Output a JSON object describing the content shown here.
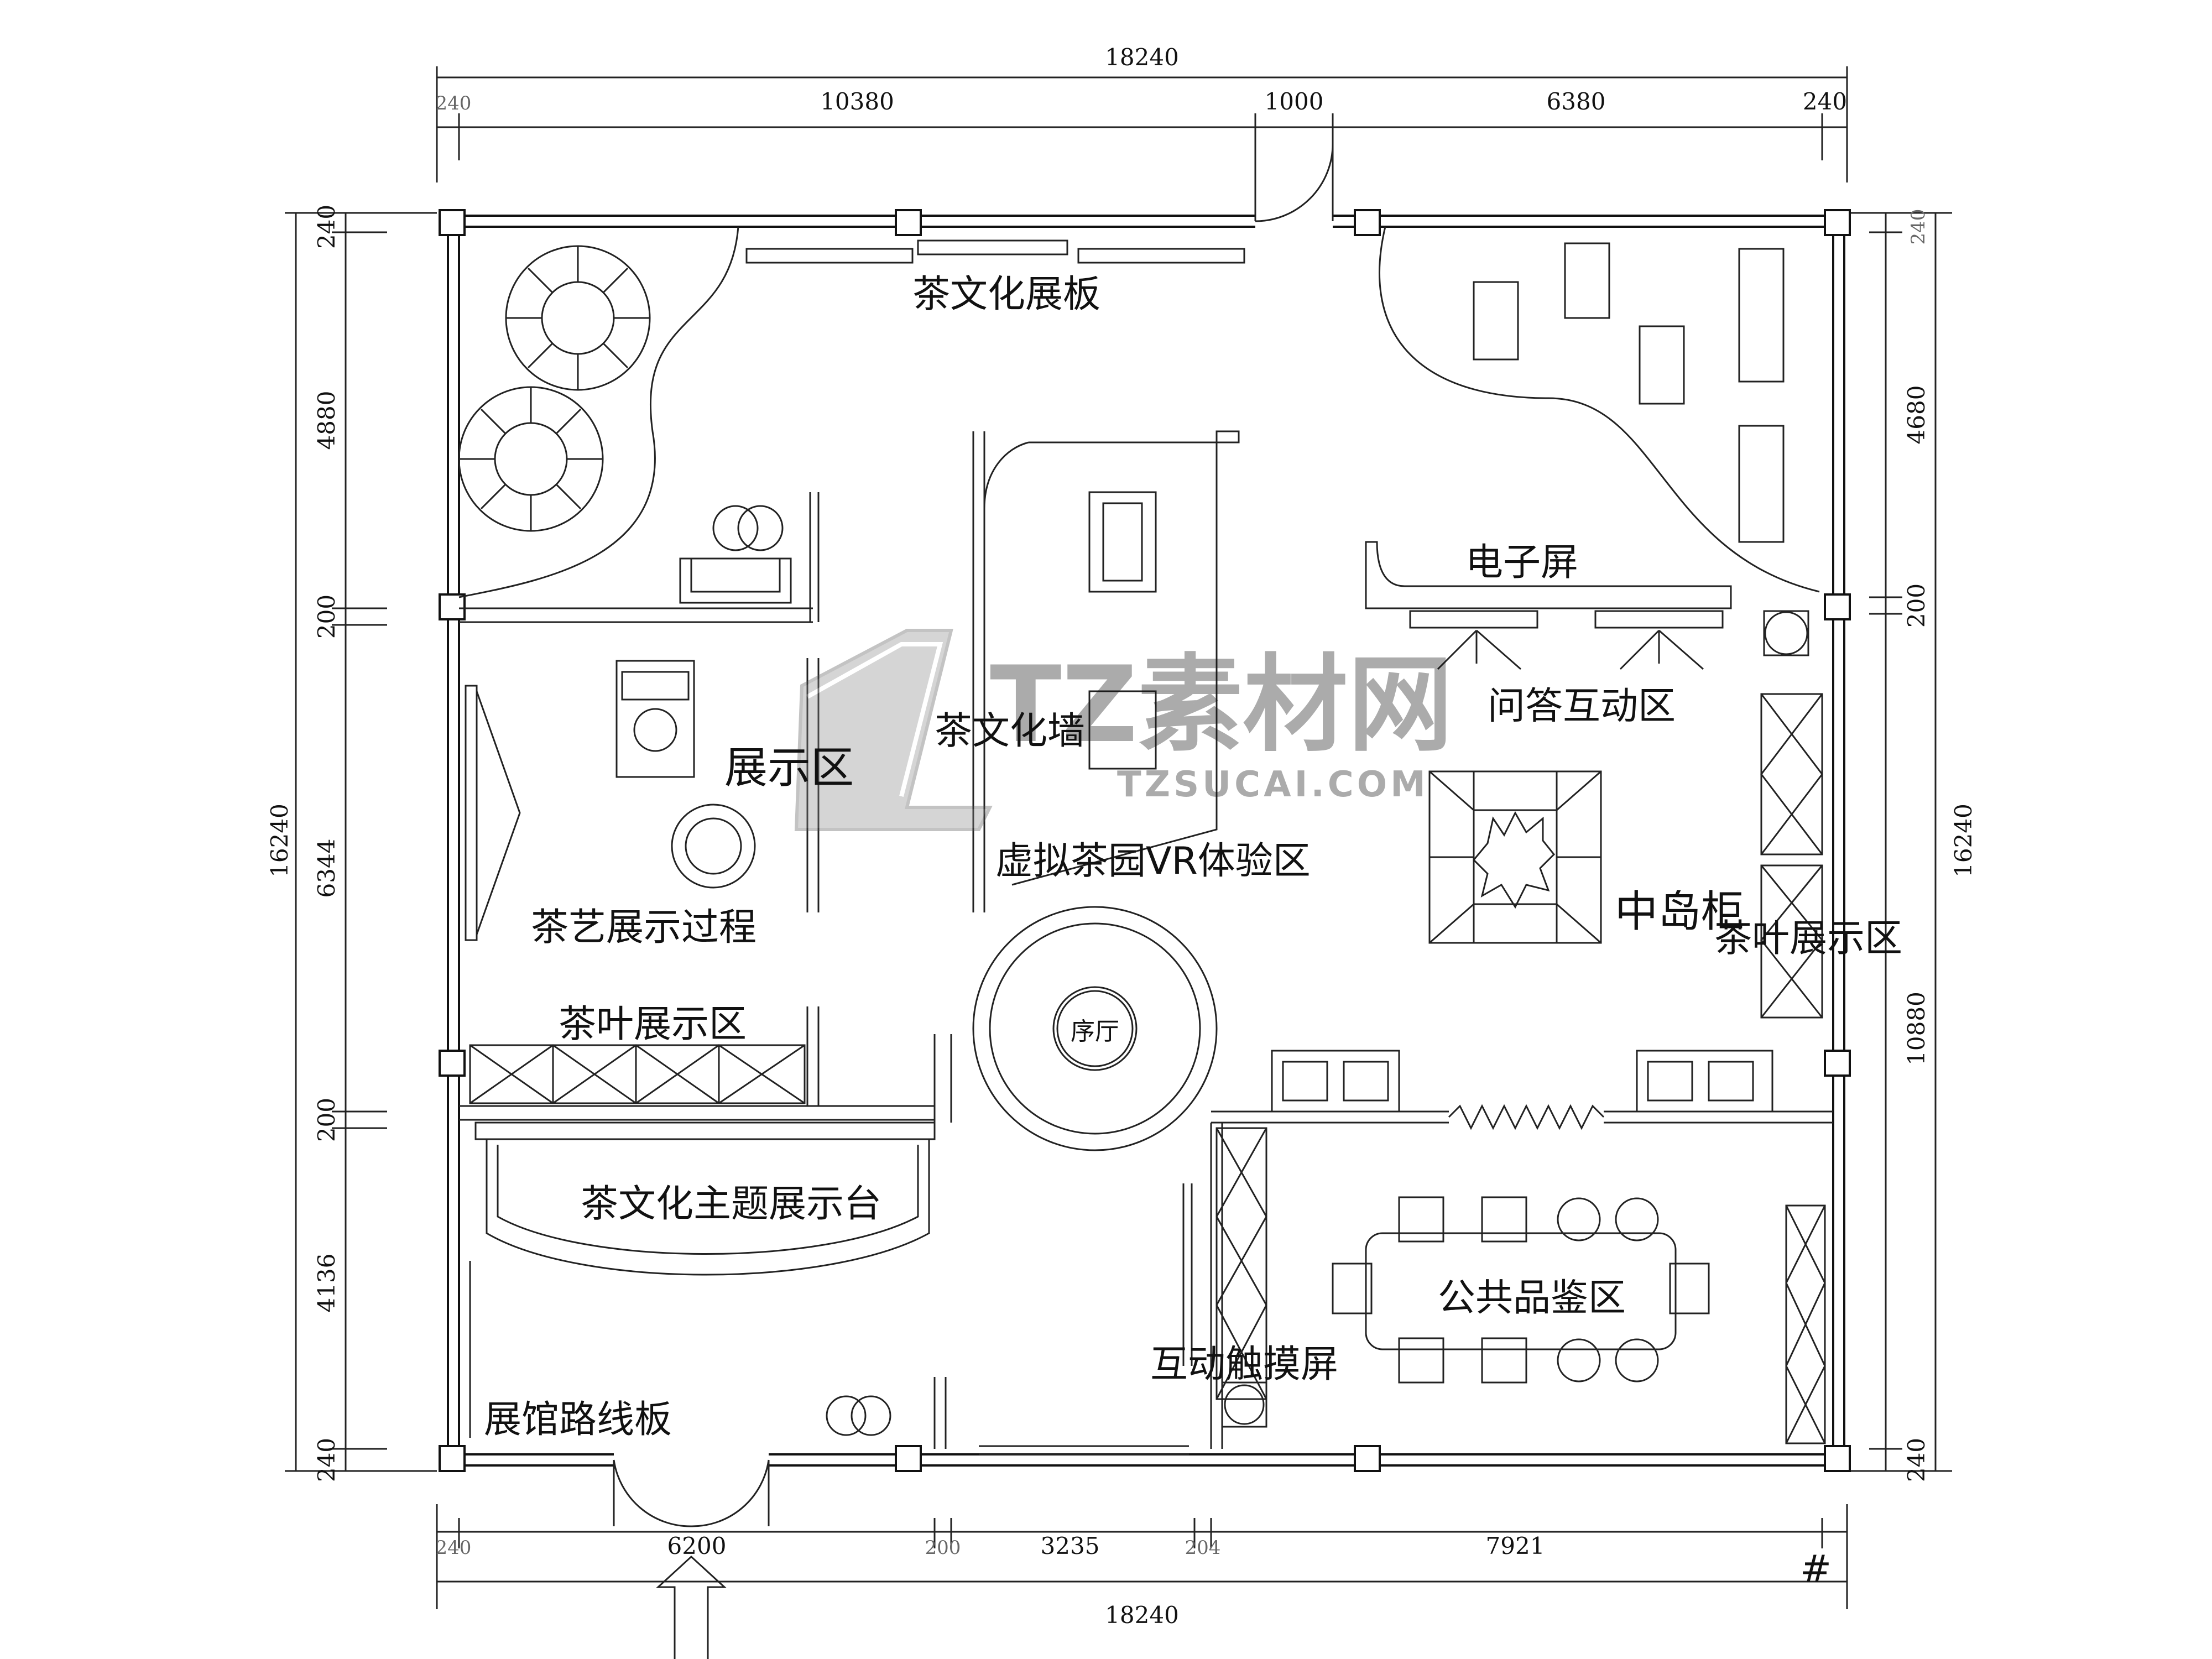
{
  "dimensions": {
    "top_total": "18240",
    "top_seg1": "240",
    "top_seg2": "10380",
    "top_seg3": "1000",
    "top_seg4": "6380",
    "top_seg5": "240",
    "bottom_total": "18240",
    "bottom_seg1": "240",
    "bottom_seg2": "6200",
    "bottom_seg3": "200",
    "bottom_seg4": "3235",
    "bottom_seg5": "204",
    "bottom_seg6": "7921",
    "left_total": "16240",
    "left_seg1": "240",
    "left_seg2": "4880",
    "left_seg3": "200",
    "left_seg4": "6344",
    "left_seg5": "200",
    "left_seg6": "4136",
    "left_seg7": "240",
    "right_total": "16240",
    "right_seg1": "240",
    "right_seg2": "4680",
    "right_seg3": "200",
    "right_seg4": "10880",
    "right_seg5": "240"
  },
  "labels": {
    "tea_culture_panel": "茶文化展板",
    "electronic_screen": "电子屏",
    "qa_interaction": "问答互动区",
    "exhibition_area": "展示区",
    "tea_culture_wall": "茶文化墙",
    "vr_area": "虚拟茶园VR体验区",
    "tea_art_process": "茶艺展示过程",
    "island_cabinet": "中岛柜",
    "tea_leaf_display_right": "茶叶展示区",
    "tea_leaf_display_left": "茶叶展示区",
    "hall": "序厅",
    "theme_stage": "茶文化主题展示台",
    "public_tasting": "公共品鉴区",
    "touch_screen": "互动触摸屏",
    "route_board": "展馆路线板",
    "hash_mark": "#"
  },
  "watermark": {
    "logo_text": "TZ素材网",
    "url_text": "TZSUCAI.COM"
  }
}
